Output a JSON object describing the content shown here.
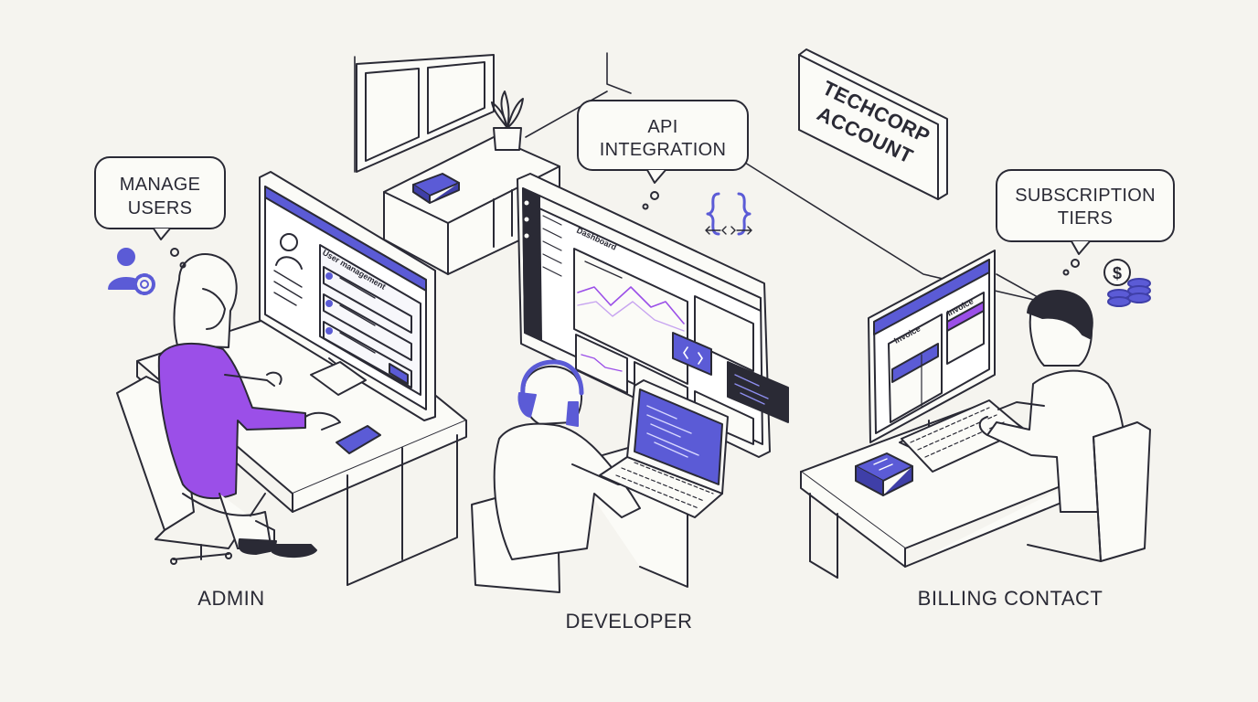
{
  "bubbles": {
    "manage_users": [
      "MANAGE",
      "USERS"
    ],
    "api_integration": [
      "API",
      "INTEGRATION"
    ],
    "subscription_tiers": [
      "SUBSCRIPTION",
      "TIERS"
    ]
  },
  "sign": [
    "TECHCORP",
    "ACCOUNT"
  ],
  "roles": {
    "admin": "ADMIN",
    "developer": "DEVELOPER",
    "billing": "BILLING CONTACT"
  },
  "screens": {
    "admin_header": "User management",
    "dev_header": "Dashboard",
    "billing_col_a": "Invoice",
    "billing_col_b": "Invoice"
  },
  "icons": {
    "api": "curly-braces-icon",
    "admin": "user-gear-icon",
    "billing": "dollar-coins-icon"
  },
  "colors": {
    "accent": "#5b5bd6",
    "purple": "#9b4fe8",
    "ink": "#2a2a35",
    "background": "#f5f4ef"
  }
}
